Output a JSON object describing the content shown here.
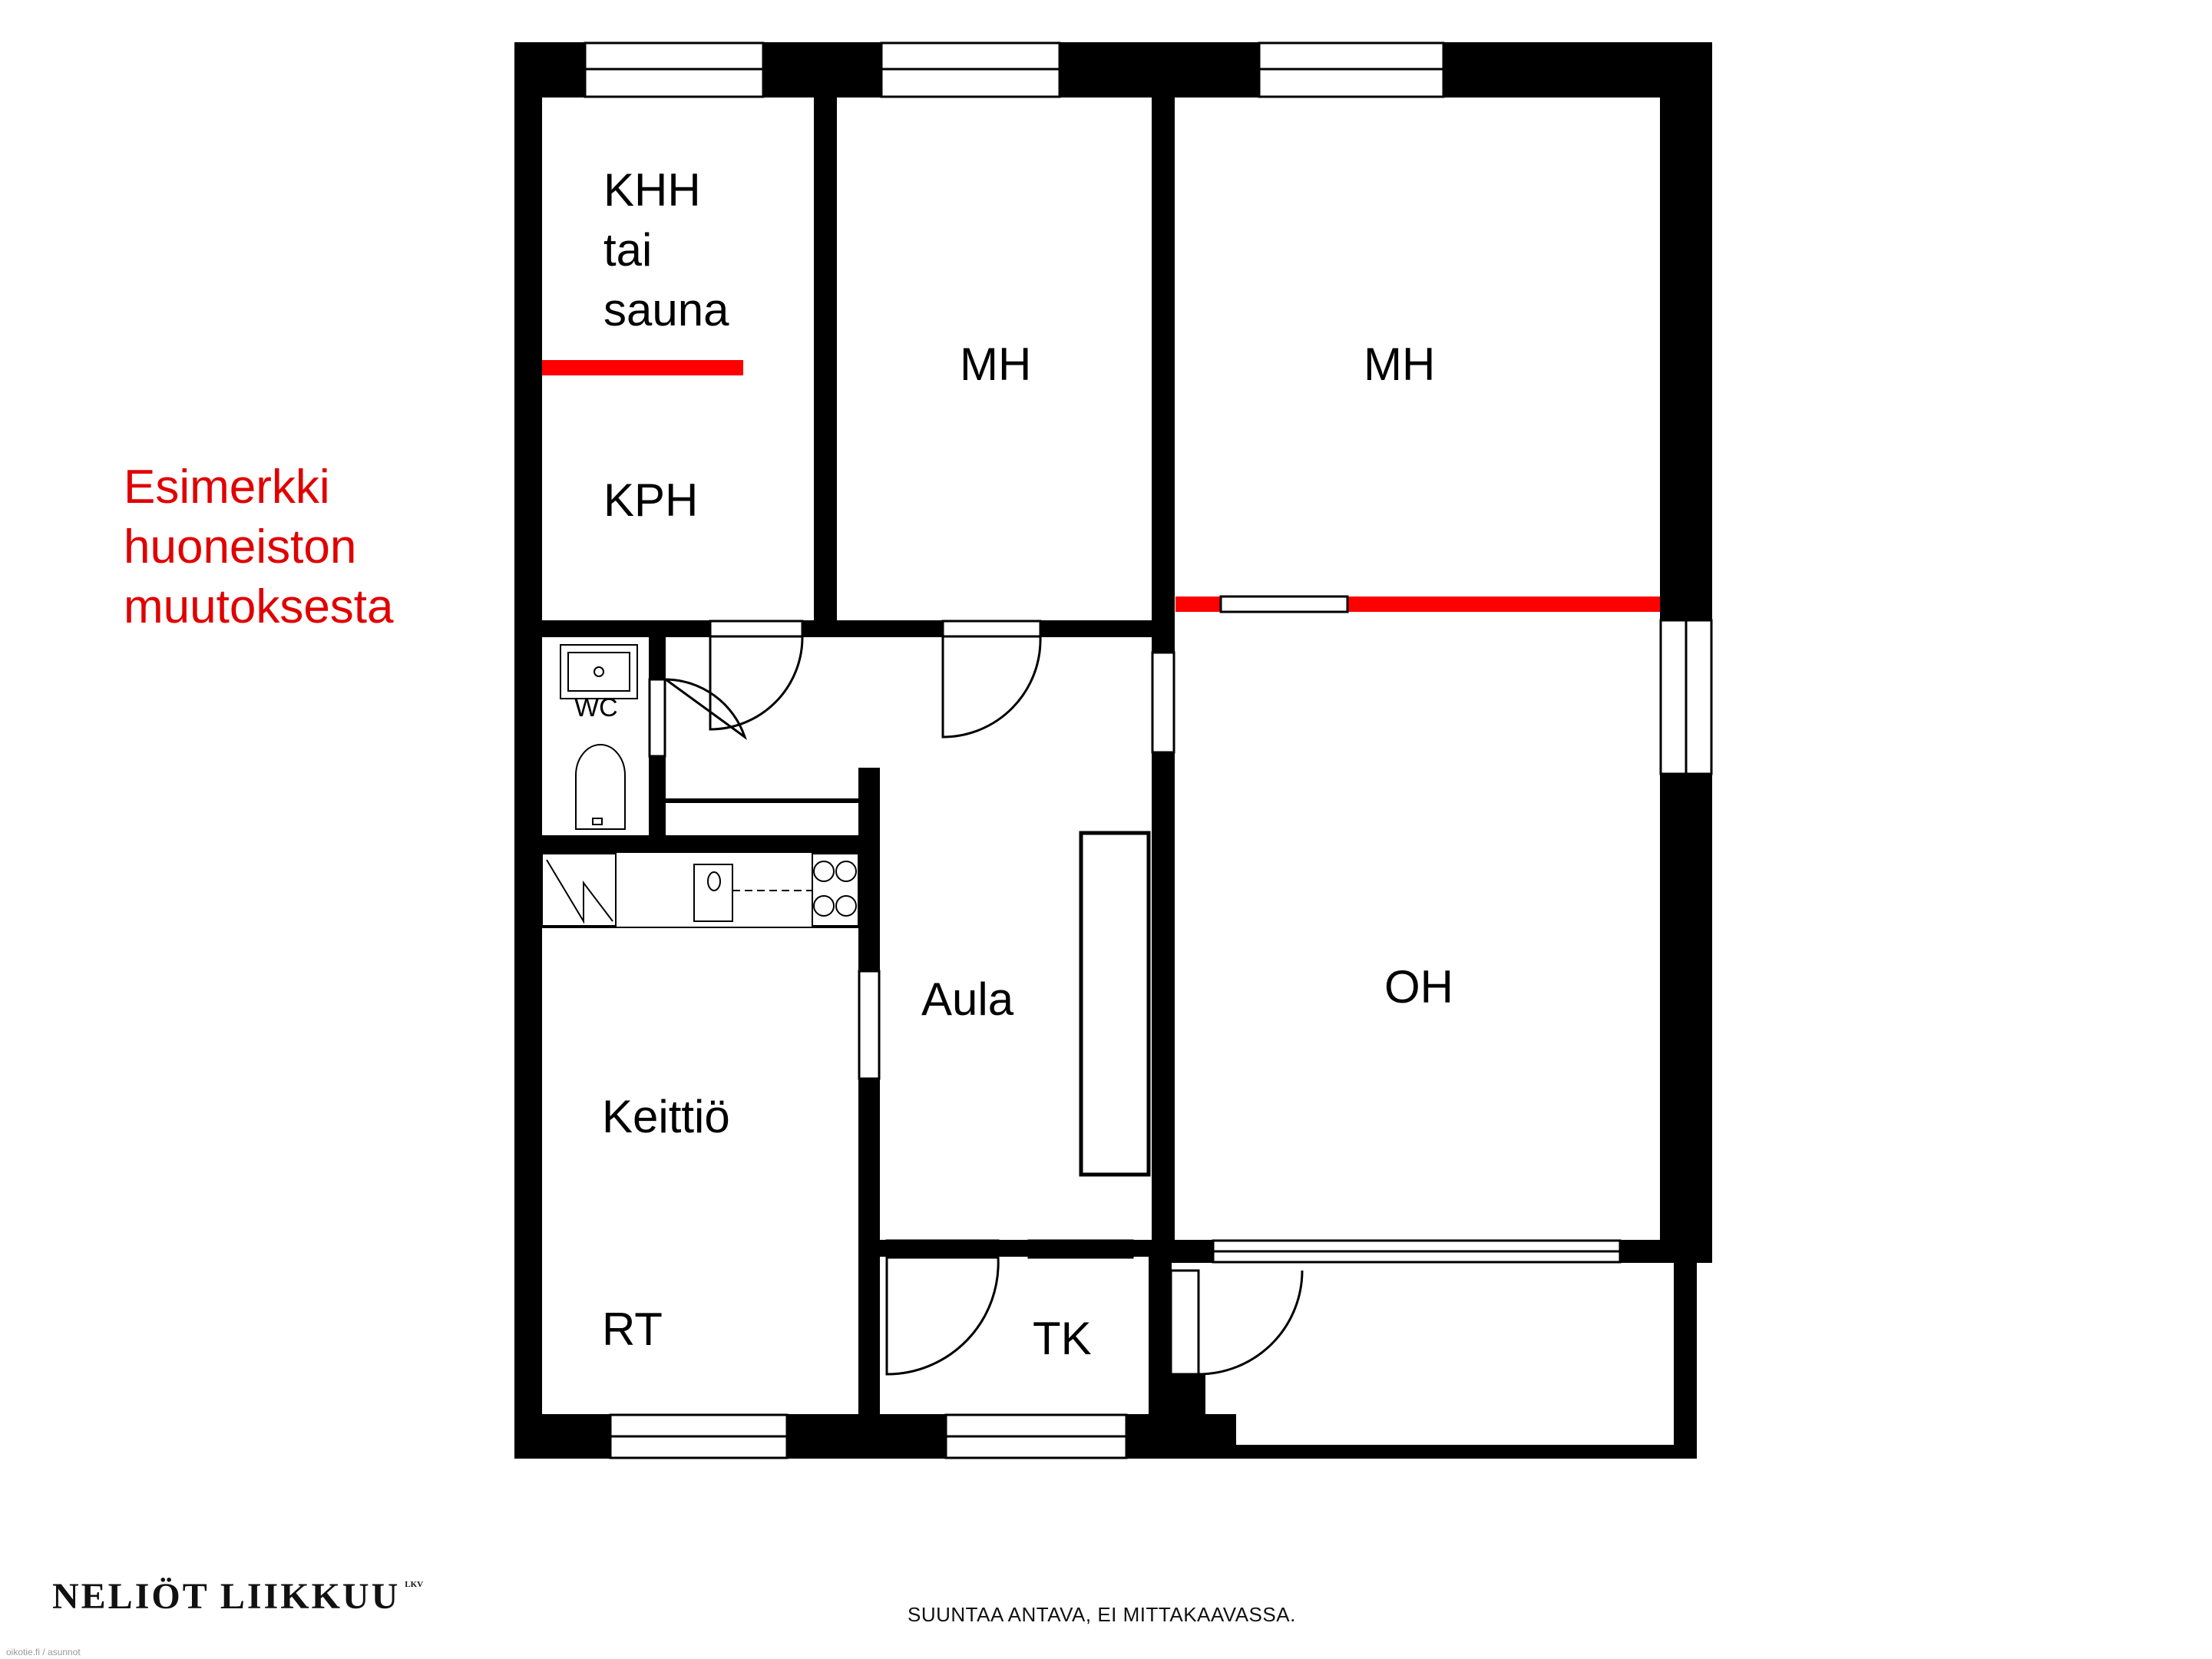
{
  "rooms": {
    "khh_line1": "KHH",
    "khh_line2": "tai",
    "khh_line3": "sauna",
    "kph": "KPH",
    "mh_left": "MH",
    "mh_right": "MH",
    "wc": "WC",
    "aula": "Aula",
    "oh": "OH",
    "keittio": "Keittiö",
    "rt": "RT",
    "tk": "TK"
  },
  "note": {
    "line1": "Esimerkki",
    "line2": "huoneiston",
    "line3": "muutoksesta"
  },
  "footer": {
    "brand": "NELIÖT LIIKKUU",
    "brand_suffix": "LKV",
    "disclaimer": "SUUNTAA ANTAVA, EI MITTAKAAVASSA.",
    "credit": "oikotie.fi / asunnot"
  },
  "colors": {
    "wall": "#000000",
    "change_marker": "#ff0000",
    "note_text": "#e00000",
    "background": "#ffffff"
  }
}
